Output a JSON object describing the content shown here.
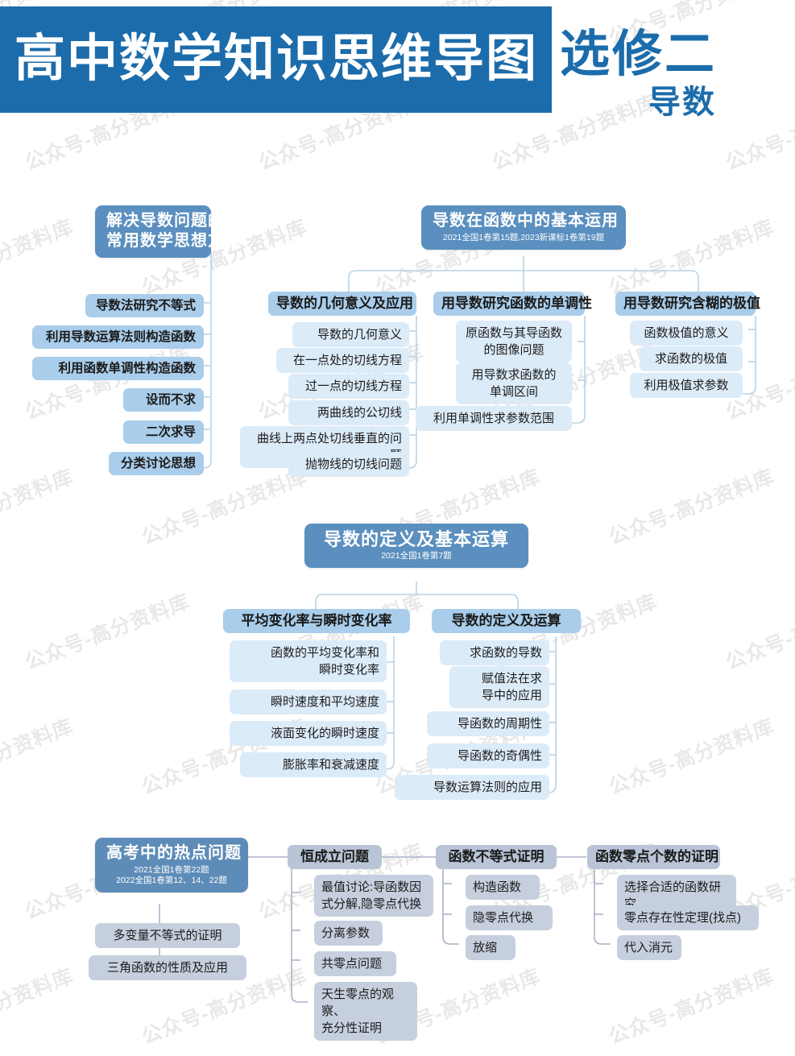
{
  "header": {
    "banner_title": "高中数学知识思维导图",
    "course_name": "选修二",
    "course_sub": "导数",
    "banner_color": "#1c6cab",
    "accent_color": "#1c6cab"
  },
  "watermark": {
    "text": "公众号-高分资料库"
  },
  "sections": {
    "methods": {
      "root": {
        "title": "解决导数问题的",
        "title2": "常用数学思想方法"
      },
      "items": [
        "导数法研究不等式",
        "利用导数运算法则构造函数",
        "利用函数单调性构造函数",
        "设而不求",
        "二次求导",
        "分类讨论思想"
      ]
    },
    "basic_use": {
      "root": {
        "title": "导数在函数中的基本运用",
        "sub": "2021全国1卷第15题,2023新课标1卷第19题"
      },
      "branches": [
        {
          "label": "导数的几何意义及应用",
          "leaves": [
            "导数的几何意义",
            "在一点处的切线方程",
            "过一点的切线方程",
            "两曲线的公切线",
            "曲线上两点处切线垂直的问题",
            "抛物线的切线问题"
          ]
        },
        {
          "label": "用导数研究函数的单调性",
          "leaves": [
            "原函数与其导函数\n的图像问题",
            "用导数求函数的\n单调区间",
            "利用单调性求参数范围"
          ]
        },
        {
          "label": "用导数研究含糊的极值",
          "leaves": [
            "函数极值的意义",
            "求函数的极值",
            "利用极值求参数"
          ]
        }
      ]
    },
    "definition": {
      "root": {
        "title": "导数的定义及基本运算",
        "sub": "2021全国1卷第7题"
      },
      "branches": [
        {
          "label": "平均变化率与瞬时变化率",
          "leaves": [
            "函数的平均变化率和\n瞬时变化率",
            "瞬时速度和平均速度",
            "液面变化的瞬时速度",
            "膨胀率和衰减速度"
          ]
        },
        {
          "label": "导数的定义及运算",
          "leaves": [
            "求函数的导数",
            "赋值法在求\n导中的应用",
            "导函数的周期性",
            "导函数的奇偶性",
            "导数运算法则的应用"
          ]
        }
      ]
    },
    "hot_topics": {
      "root": {
        "title": "高考中的热点问题",
        "sub1": "2021全国1卷第22题",
        "sub2": "2022全国1卷第12、14、22题"
      },
      "direct_items": [
        "多变量不等式的证明",
        "三角函数的性质及应用"
      ],
      "branches": [
        {
          "label": "恒成立问题",
          "leaves": [
            "最值讨论:导函数因\n式分解,隐零点代换",
            "分离参数",
            "共零点问题",
            "天生零点的观察、\n充分性证明"
          ]
        },
        {
          "label": "函数不等式证明",
          "leaves": [
            "构造函数",
            "隐零点代换",
            "放缩"
          ]
        },
        {
          "label": "函数零点个数的证明",
          "leaves": [
            "选择合适的函数研究",
            "零点存在性定理(找点)",
            "代入消元"
          ]
        }
      ]
    }
  }
}
